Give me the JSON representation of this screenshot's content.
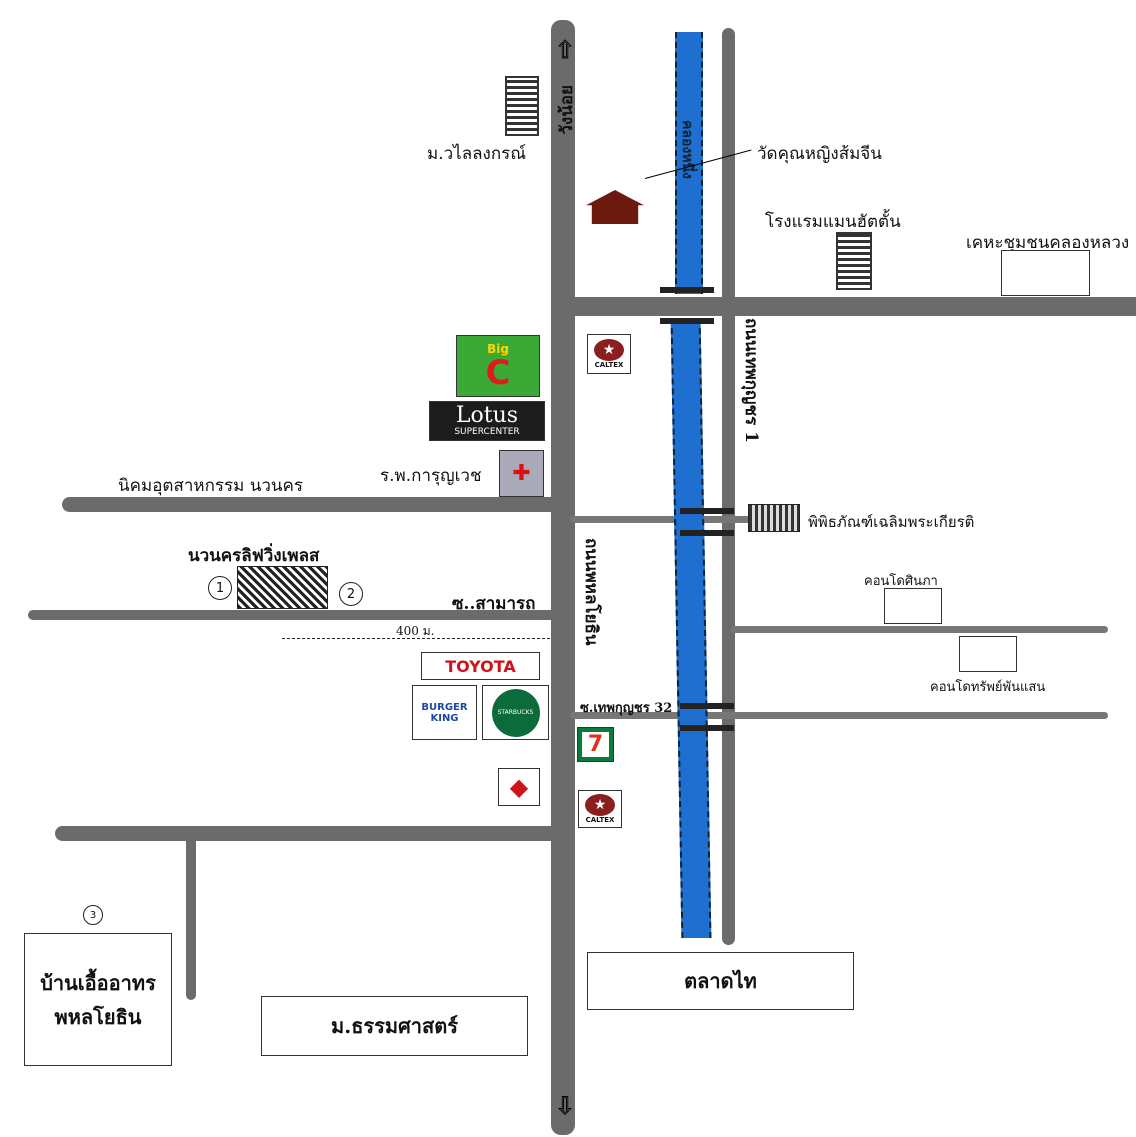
{
  "roads": {
    "main": "ถนนพหลโยธิน",
    "north_dir": "วังน้อย",
    "east": "ถนนเทพกุญชร 1",
    "nikom": "นิคมอุตสาหกรรม นวนคร",
    "samarat": "ซ..สามารถ",
    "thep32": "ซ.เทพกุญชร 32",
    "canal": "คลองหนึ่ง"
  },
  "places": {
    "walailak": "ม.วไลลงกรณ์",
    "wat": "วัดคุณหญิงส้มจีน",
    "hotel": "โรงแรมแมนฮัตตั้น",
    "kheha": "เคหะชุมชนคลองหลวง",
    "hospital": "ร.พ.การุญเวช",
    "museum": "พิพิธภัณฑ์เฉลิมพระเกียรติ",
    "navanakorn_place": "นวนครลิฟวิ่งเพลส",
    "condo_sinpa": "คอนโดศินภา",
    "condo_sap": "คอนโดทรัพย์พันแสน",
    "baan_ua": "บ้านเอื้ออาทร พหลโยธิน",
    "thammasat": "ม.ธรรมศาสตร์",
    "talad_thai": "ตลาดไท"
  },
  "distance": "400 ม.",
  "markers": [
    "1",
    "2",
    "3"
  ],
  "logos": {
    "bigc_small": "Big",
    "bigc": "C",
    "lotus": "Lotus",
    "lotus_sub": "SUPERCENTER",
    "caltex": "CALTEX",
    "toyota": "TOYOTA",
    "burger": "BURGER KING",
    "starbucks": "STARBUCKS",
    "seven": "7"
  },
  "colors": {
    "road": "#6b6b6b",
    "canal": "#1f6fd0",
    "bigc": "#3aa935",
    "lotus": "#1c1c1c",
    "toyota": "#d0121b",
    "caltex": "#8b1f1f"
  }
}
